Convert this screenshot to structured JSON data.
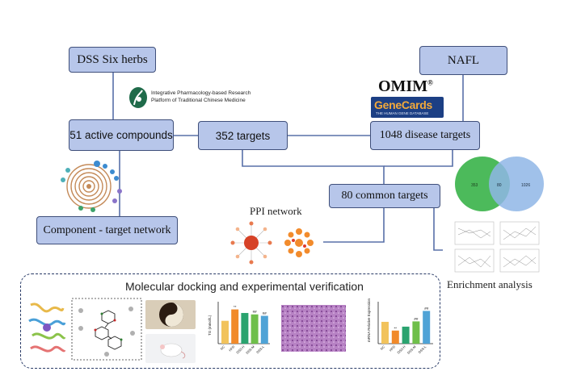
{
  "nodes": {
    "dss": "DSS Six herbs",
    "nafl": "NAFL",
    "compounds": "51 active compounds",
    "targets": "352 targets",
    "disease": "1048 disease targets",
    "common": "80 common targets",
    "network": "Component - target network"
  },
  "labels": {
    "ppi": "PPI network",
    "enrichment": "Enrichment analysis",
    "omim": "OMIM",
    "omim_reg": "®",
    "genecards": "GeneCards",
    "genecards_sub": "THE HUMAN GENE DATABASE",
    "tcmip_line1": "Integrative Pharmacology-based Research",
    "tcmip_line2": "Platform of Traditional Chinese Medicine",
    "panel_title": "Molecular docking and experimental verification"
  },
  "venn": {
    "left": "353",
    "center": "80",
    "right": "1026"
  },
  "charts": {
    "tg": {
      "ylabel": "TG (mmol/L)",
      "categories": [
        "NC",
        "HFD",
        "DSS-H",
        "DSS-M",
        "DSS-L"
      ],
      "values": [
        1.6,
        2.4,
        2.15,
        2.05,
        1.95
      ],
      "marks": [
        "",
        "**",
        "",
        "##",
        "##"
      ]
    },
    "mrna": {
      "ylabel": "mRNA Relative Expression",
      "categories": [
        "NC",
        "HFD",
        "DSS-H",
        "DSS-M",
        "DSS-L"
      ],
      "values": [
        1.0,
        0.6,
        0.78,
        1.02,
        1.5
      ],
      "marks": [
        "",
        "**",
        "",
        "##",
        "##"
      ]
    }
  },
  "colors": {
    "box_fill": "#b7c6ea",
    "box_border": "#3f4f7a",
    "connector": "#5870a8",
    "venn_left": "#4cba5b",
    "venn_right": "#8fb6e6",
    "bars": [
      "#f2c35c",
      "#f18a2a",
      "#2aa36f",
      "#6fbf4a",
      "#4fa3d6"
    ]
  }
}
